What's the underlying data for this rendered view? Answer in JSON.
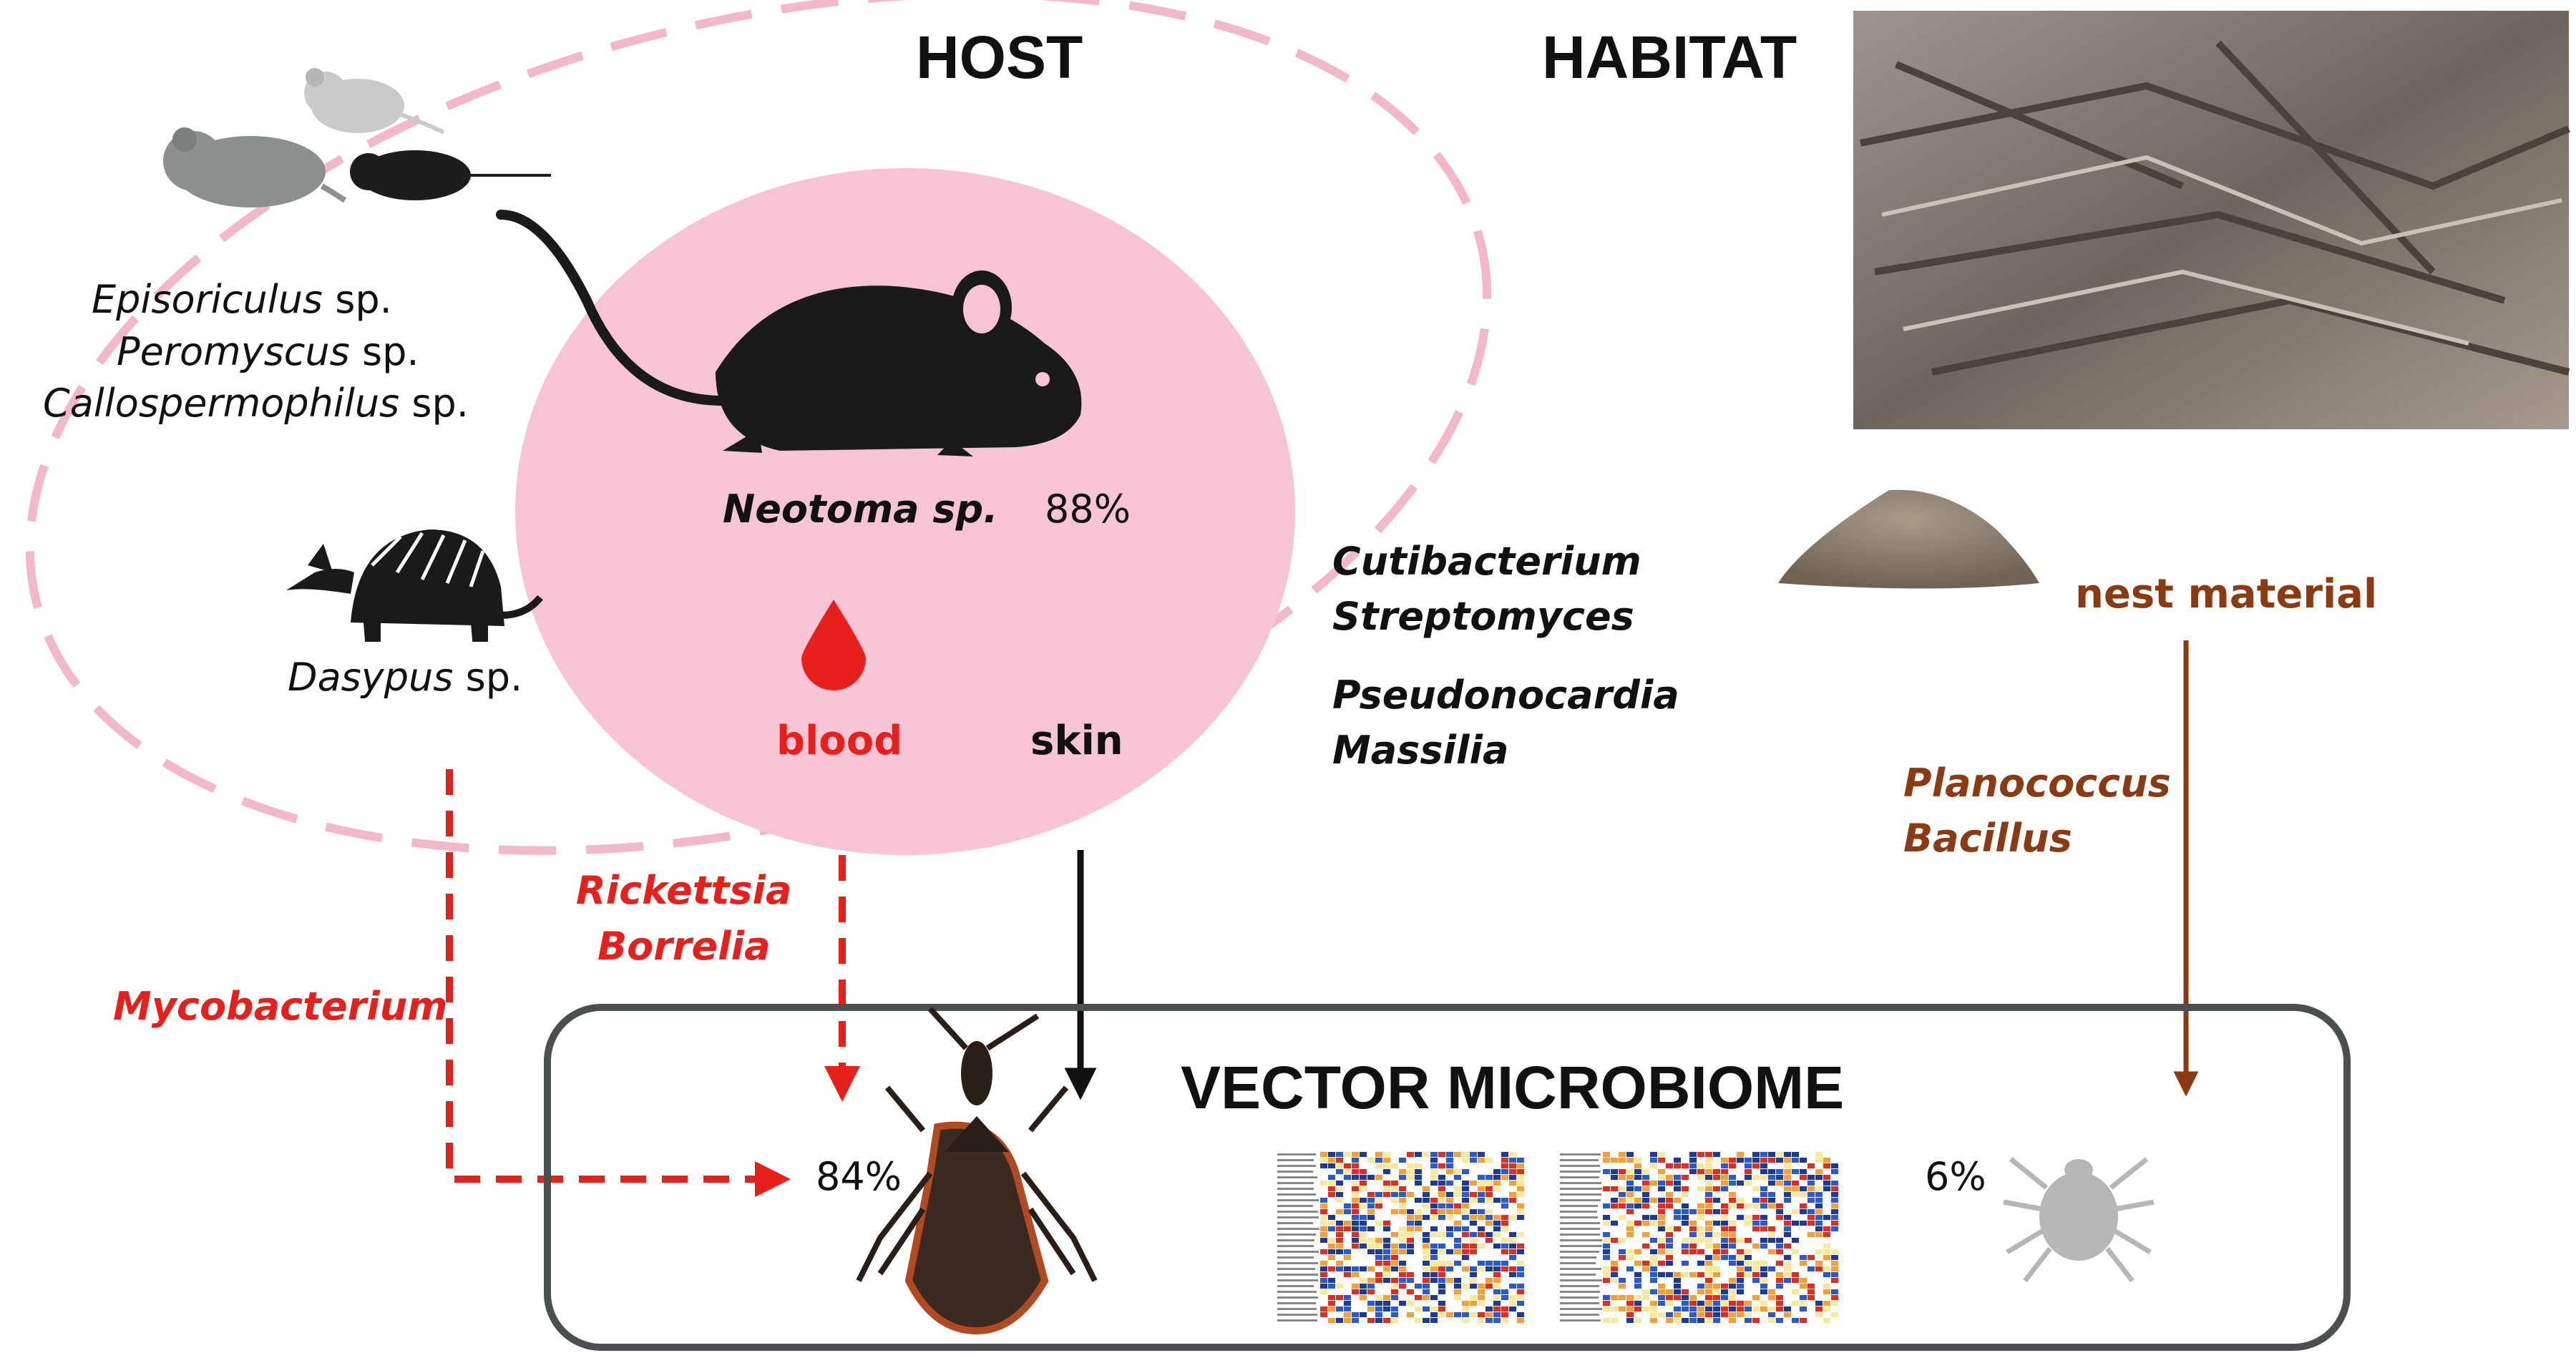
{
  "headers": {
    "host": "HOST",
    "habitat": "HABITAT",
    "vector": "VECTOR MICROBIOME"
  },
  "other_hosts": [
    {
      "genus": "Episoriculus",
      "suffix": " sp."
    },
    {
      "genus": "Peromyscus",
      "suffix": " sp."
    },
    {
      "genus": "Callospermophilus",
      "suffix": " sp."
    }
  ],
  "dasypus": {
    "genus": "Dasypus",
    "suffix": " sp."
  },
  "main_host": {
    "name": "Neotoma sp.",
    "percent": "88%"
  },
  "tissues": {
    "blood": "blood",
    "skin": "skin"
  },
  "skin_bacteria": [
    "Cutibacterium",
    "Streptomyces",
    "Pseudonocardia",
    "Massilia"
  ],
  "blood_bacteria": [
    "Rickettsia",
    "Borrelia"
  ],
  "other_bacteria": [
    "Mycobacterium"
  ],
  "habitat_source": {
    "label": "nest material",
    "bacteria": [
      "Planococcus",
      "Bacillus"
    ]
  },
  "vector_percents": {
    "bug": "84%",
    "mite": "6%"
  },
  "colors": {
    "pink": "#f7c4d3",
    "red": "#e8201c",
    "brown": "#8b3a12",
    "black": "#111111",
    "box_border": "#4a4f52"
  },
  "icons": [
    "shrew-icon",
    "vole-icon",
    "mole-icon",
    "woodrat-icon",
    "armadillo-icon",
    "blood-drop-icon",
    "nest-photo",
    "soil-pile-icon",
    "kissing-bug-icon",
    "mite-icon",
    "heatmap-1",
    "heatmap-2"
  ]
}
